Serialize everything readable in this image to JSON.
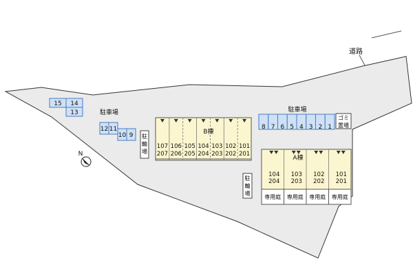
{
  "road_label": "道路",
  "parking_north": {
    "label": "駐車場",
    "spaces": [
      "8",
      "7",
      "6",
      "5",
      "4",
      "3",
      "2",
      "1"
    ]
  },
  "parking_west": {
    "label": "駐車場",
    "group_top": [
      "15",
      "14",
      "13"
    ],
    "group_mid": [
      "12",
      "11"
    ],
    "group_low": [
      "10",
      "9"
    ]
  },
  "bike_west": "駐輪場",
  "bike_center": "駐輪場",
  "garbage": "ゴミ置場",
  "building_b": {
    "name": "B棟",
    "units": [
      {
        "upper": "107",
        "lower": "207"
      },
      {
        "upper": "106",
        "lower": "206"
      },
      {
        "upper": "105",
        "lower": "205"
      },
      {
        "upper": "104",
        "lower": "204"
      },
      {
        "upper": "103",
        "lower": "203"
      },
      {
        "upper": "102",
        "lower": "202"
      },
      {
        "upper": "101",
        "lower": "201"
      }
    ]
  },
  "building_a": {
    "name": "A棟",
    "units": [
      {
        "upper": "104",
        "lower": "204"
      },
      {
        "upper": "103",
        "lower": "203"
      },
      {
        "upper": "102",
        "lower": "202"
      },
      {
        "upper": "101",
        "lower": "201"
      }
    ]
  },
  "private_garden": "専用庭",
  "north": "N",
  "colors": {
    "lot": "#ebebeb",
    "parking": "#cfe1f6",
    "parking_border": "#4a7bc0",
    "building": "#fbf6cf"
  }
}
